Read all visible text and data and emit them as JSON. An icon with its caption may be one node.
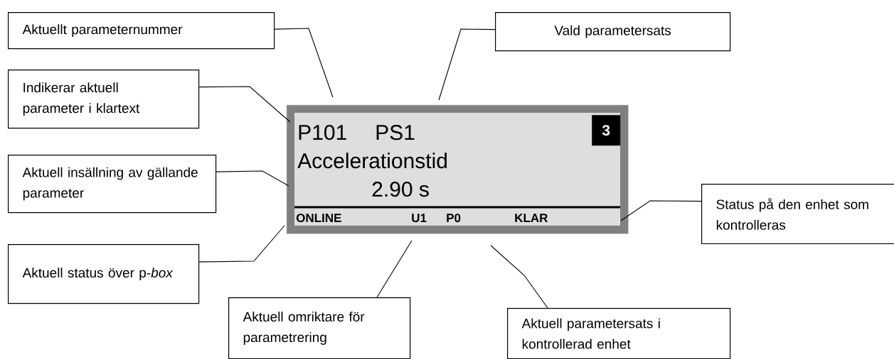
{
  "diagram": {
    "nodes": [
      {
        "text": [
          "Aktuellt parameternummer"
        ]
      },
      {
        "text": [
          "Vald parametersats"
        ]
      },
      {
        "text": [
          "Indikerar aktuell parameter i klartext"
        ]
      },
      {
        "text": [
          "Aktuell insällning av gällande parameter"
        ]
      },
      {
        "text": [
          "Status på den enhet som kontrolleras"
        ]
      },
      {
        "text": [
          "Aktuell status över p-*box*"
        ]
      },
      {
        "text": [
          "Aktuell omriktare för parametrering"
        ]
      },
      {
        "text": [
          "Aktuell parametersats i kontrollerad enhet"
        ]
      },
      {
        "text": [
          "P101",
          "PS1",
          "Accelerationstid",
          "2.90 s",
          "ONLINE",
          "U1",
          "P0",
          "KLAR"
        ]
      },
      {
        "text": [
          "3"
        ],
        "in": 8
      }
    ],
    "edges": [
      {
        "from": 0,
        "to": 8,
        "arrow": "none"
      },
      {
        "from": 1,
        "to": 8,
        "arrow": "none"
      },
      {
        "from": 2,
        "to": 8,
        "arrow": "none"
      },
      {
        "from": 3,
        "to": 8,
        "arrow": "none"
      },
      {
        "from": 4,
        "to": 8,
        "arrow": "none"
      },
      {
        "from": 5,
        "to": 8,
        "arrow": "none"
      },
      {
        "from": 6,
        "to": 8,
        "arrow": "none"
      },
      {
        "from": 7,
        "to": 8,
        "arrow": "none"
      }
    ]
  }
}
